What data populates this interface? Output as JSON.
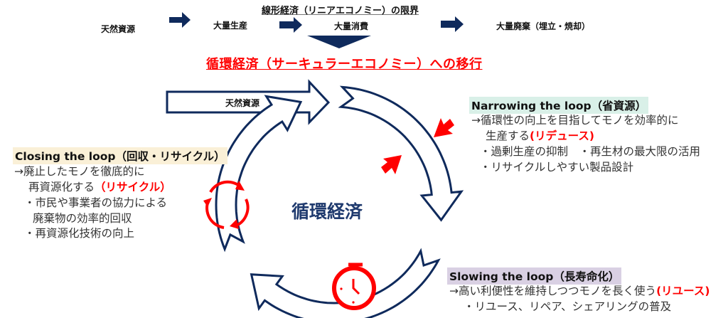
{
  "linear": {
    "title": "線形経済（リニアエコノミー）の限界",
    "steps": [
      "天然資源",
      "大量生産",
      "大量消費",
      "大量廃棄（埋立・焼却）"
    ]
  },
  "transition_title": "循環経済（サーキュラーエコノミー）への移行",
  "input_arrow_label": "天然資源",
  "center_label": "循環経済",
  "narrowing": {
    "heading": "Narrowing the loop（省資源）",
    "line1": "→循環性の向上を目指してモノを効率的に",
    "line2_prefix": "生産する",
    "line2_red": "(リデュース)",
    "line3": "・過剰生産の抑制　・再生材の最大限の活用",
    "line4": "・リサイクルしやすい製品設計"
  },
  "closing": {
    "heading": "Closing the loop（回収・リサイクル）",
    "line1": "→廃止したモノを徹底的に",
    "line2_prefix": "再資源化する",
    "line2_red": "（リサイクル）",
    "line3": "・市民や事業者の協力による",
    "line4": "廃棄物の効率的回収",
    "line5": "・再資源化技術の向上"
  },
  "slowing": {
    "heading": "Slowing the loop（長寿命化）",
    "line1_prefix": "→高い利便性を維持しつつモノを長く使う",
    "line1_red": "(リユース)",
    "line2": "・リユース、リペア、シェアリングの普及"
  },
  "colors": {
    "navy": "#0f2a5c",
    "red": "#ff0000",
    "narrow_bg": "#d9f0e8",
    "closing_bg": "#faf0d7",
    "slowing_bg": "#d9d0e3"
  }
}
